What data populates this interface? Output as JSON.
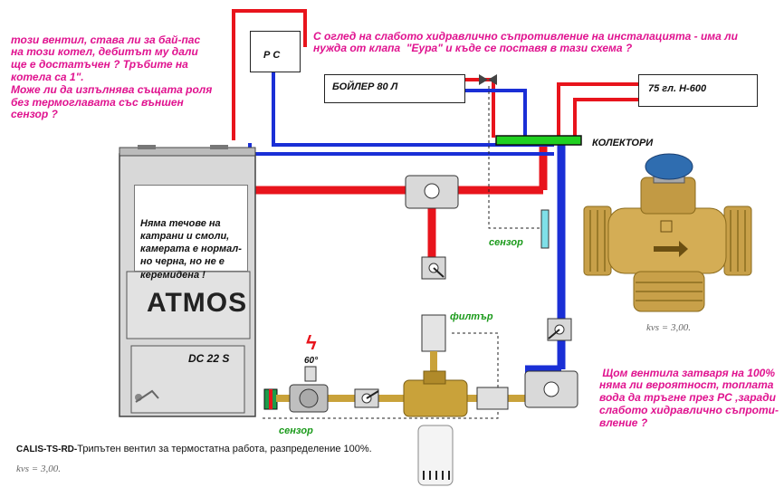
{
  "colors": {
    "hot": "#e8141c",
    "cold": "#1a2fd6",
    "note": "#e0138f",
    "label": "#1a9a1a",
    "manifold": "#20d020",
    "sensor": "#7fe0e8"
  },
  "notes": {
    "top_left": [
      "този вентил, става ли за бай-пас",
      "на този котел, дебитът му дали",
      "ще е достатъчен ? Тръбите на",
      "котела са 1\".",
      "Може ли да изпълнява същата роля",
      "без термоглавата със външен",
      "сензор ?"
    ],
    "top_center": [
      "С оглед на слабото хидравлично съпротивление на инсталацията - има ли",
      "нужда от клапа  \"Еура\" и къде се поставя в тази схема ?"
    ],
    "bottom_right": [
      " Щом вентила затваря на 100%",
      "няма ли вероятност, топлата",
      "вода да тръгне през РС ,заради",
      "слабото хидравлично съпроти-",
      "вление ?"
    ]
  },
  "boxes": {
    "pc": "Р С",
    "boiler": "БОЙЛЕР 80 Л",
    "tank": "75 гл. Н-600"
  },
  "labels": {
    "manifold": "КОЛЕКТОРИ",
    "sensor_upper": "сензор",
    "filter": "филтър",
    "sensor_lower": "сензор",
    "thermo": "60°",
    "pump_symbol": "ϟ"
  },
  "boiler_unit": {
    "note": [
      "Няма течове на",
      "катрани и смоли,",
      "камерата е нормал-",
      "но черна, но не е",
      "керемидена !"
    ],
    "brand": "ATMOS",
    "model": "DC 22 S"
  },
  "product": {
    "kvs_right": "kvs = 3,00.",
    "kvs_left": "kvs = 3,00.",
    "code": "CALIS-TS-RD-",
    "caption": "Трипътен вентил за термостатна работа, разпределение 100%."
  }
}
